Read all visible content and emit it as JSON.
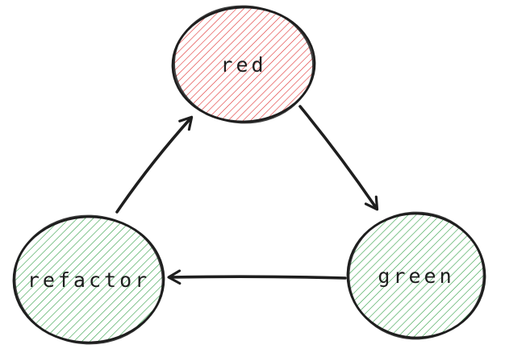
{
  "diagram": {
    "type": "cycle",
    "background": "#ffffff",
    "ink_color": "#1e1e1e",
    "nodes": [
      {
        "id": "red",
        "label": "red",
        "shape": "ellipse",
        "hatch_color": "#e03131"
      },
      {
        "id": "green",
        "label": "green",
        "shape": "ellipse",
        "hatch_color": "#2f9e44"
      },
      {
        "id": "refactor",
        "label": "refactor",
        "shape": "ellipse",
        "hatch_color": "#2f9e44"
      }
    ],
    "edges": [
      {
        "from": "red",
        "to": "green"
      },
      {
        "from": "green",
        "to": "refactor"
      },
      {
        "from": "refactor",
        "to": "red"
      }
    ]
  }
}
